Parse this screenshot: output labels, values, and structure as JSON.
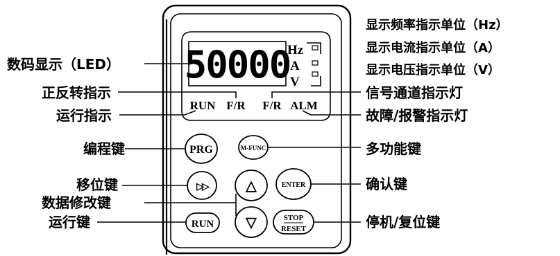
{
  "display": {
    "digits": "50000",
    "unit_hz": "Hz",
    "unit_a": "A",
    "unit_v": "V"
  },
  "indicators": {
    "run": "RUN",
    "fr1": "F/R",
    "fr2": "F/R",
    "alm": "ALM"
  },
  "keys": {
    "prg": "PRG",
    "mfunc": "M-FUNC",
    "shift": "▷▷",
    "up": "△",
    "enter": "ENTER",
    "run": "RUN",
    "down": "▽",
    "stop": "STOP",
    "reset": "RESET"
  },
  "labels_left": {
    "led": "数码显示（LED）",
    "fr_indicator": "正反转指示",
    "run_indicator": "运行指示",
    "prg_key": "编程键",
    "shift_key": "移位键",
    "data_modify_key": "数据修改键",
    "run_key": "运行键"
  },
  "labels_right": {
    "hz_unit": "显示频率指示单位（Hz）",
    "a_unit": "显示电流指示单位（A）",
    "v_unit": "显示电压指示单位（V）",
    "signal_channel": "信号通道指示灯",
    "fault_alarm": "故障/报警指示灯",
    "multi_function": "多功能键",
    "confirm_key": "确认键",
    "stop_reset_key": "停机/复位键"
  }
}
